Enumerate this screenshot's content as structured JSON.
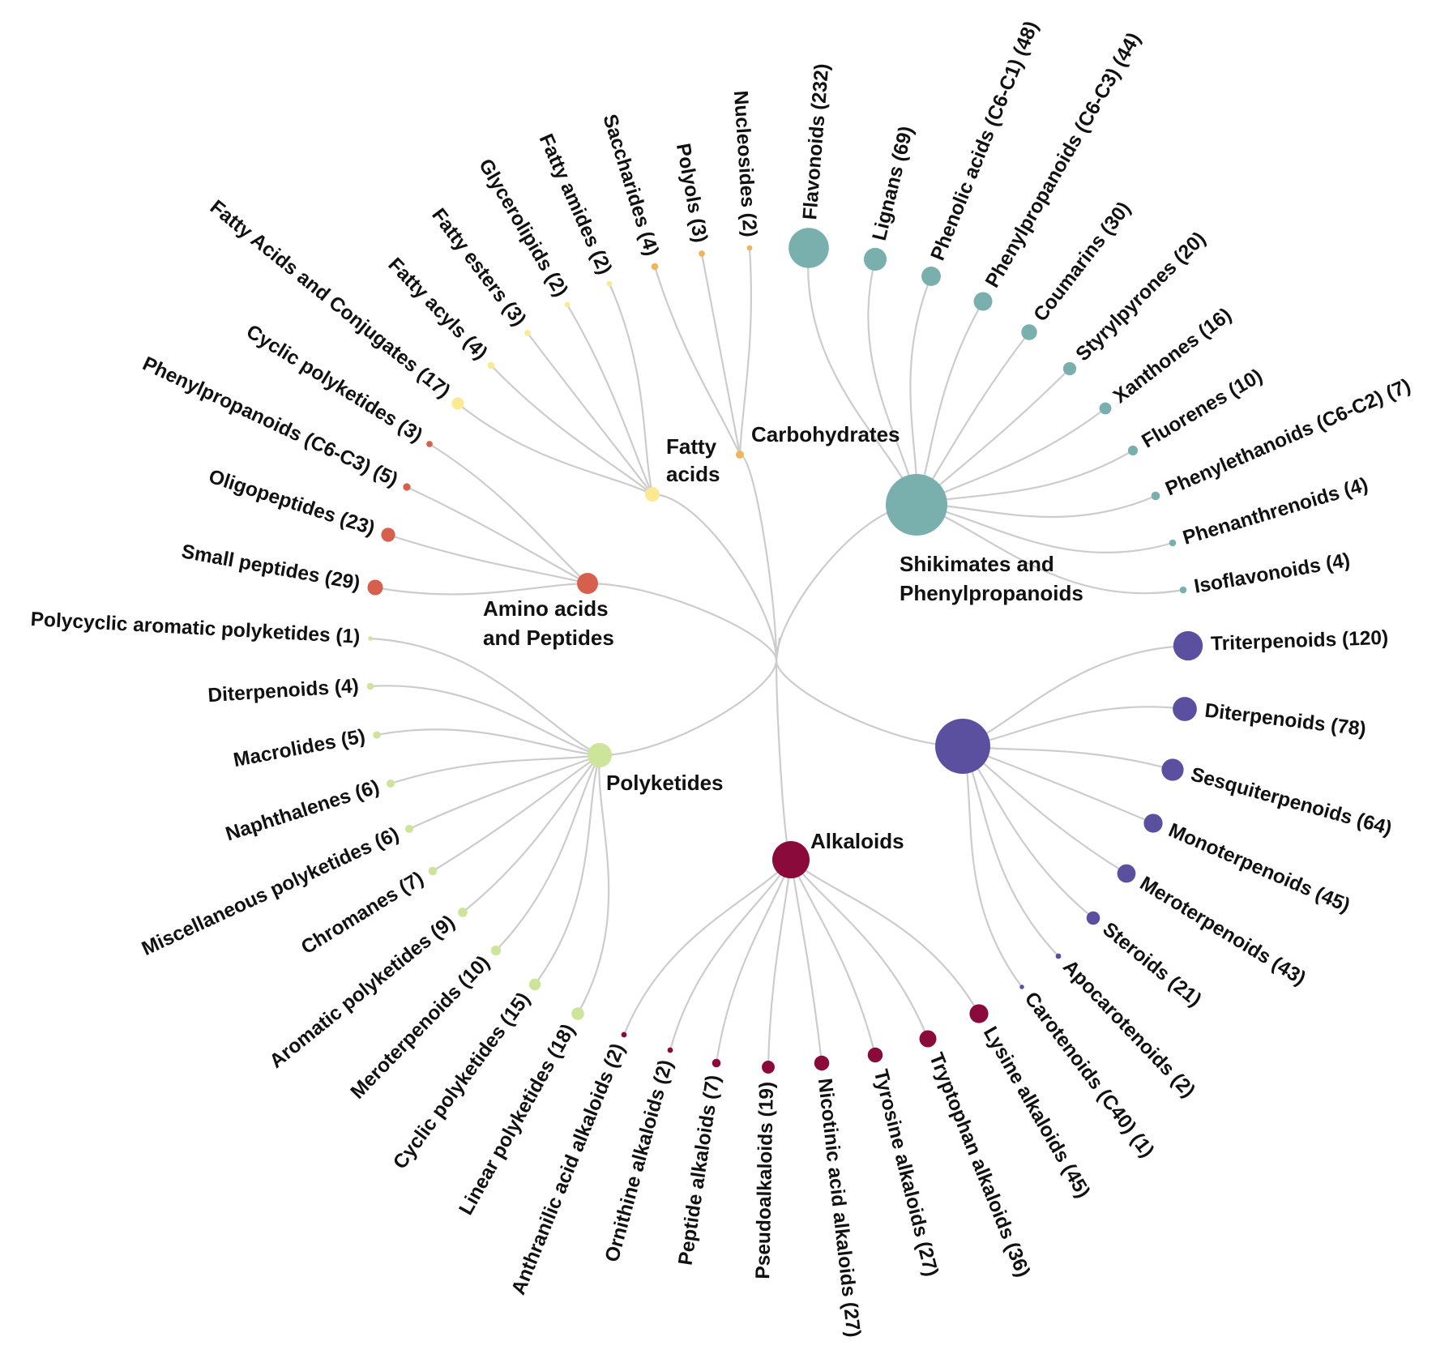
{
  "colors": {
    "link": "#cccccc",
    "amino": "#d6604d",
    "fatty": "#fde992",
    "carbohydrates": "#f0b45c",
    "shikimates": "#79b0ad",
    "terpenoids": "#5b50a0",
    "alkaloids": "#8a0a3c",
    "polyketides": "#cce59a"
  },
  "groups": [
    {
      "id": "amino",
      "label_lines": [
        "Amino acids",
        "and Peptides"
      ],
      "children": [
        {
          "name": "Cyclic polyketides",
          "count": 3
        },
        {
          "name": "Phenylpropanoids (C6-C3)",
          "count": 5
        },
        {
          "name": "Oligopeptides",
          "count": 23
        },
        {
          "name": "Small peptides",
          "count": 29
        }
      ]
    },
    {
      "id": "fatty",
      "label_lines": [
        "Fatty",
        "acids"
      ],
      "children": [
        {
          "name": "Fatty amides",
          "count": 2
        },
        {
          "name": "Glycerolipids",
          "count": 2
        },
        {
          "name": "Fatty esters",
          "count": 3
        },
        {
          "name": "Fatty acyls",
          "count": 4
        },
        {
          "name": "Fatty Acids and Conjugates",
          "count": 17
        }
      ]
    },
    {
      "id": "carbohydrates",
      "label_lines": [
        "Carbohydrates"
      ],
      "children": [
        {
          "name": "Saccharides",
          "count": 4
        },
        {
          "name": "Polyols",
          "count": 3
        },
        {
          "name": "Nucleosides",
          "count": 2
        }
      ]
    },
    {
      "id": "shikimates",
      "label_lines": [
        "Shikimates and",
        "Phenylpropanoids"
      ],
      "children": [
        {
          "name": "Flavonoids",
          "count": 232
        },
        {
          "name": "Lignans",
          "count": 69
        },
        {
          "name": "Phenolic acids (C6-C1)",
          "count": 48
        },
        {
          "name": "Phenylpropanoids (C6-C3)",
          "count": 44
        },
        {
          "name": "Coumarins",
          "count": 30
        },
        {
          "name": "Styrylpyrones",
          "count": 20
        },
        {
          "name": "Xanthones",
          "count": 16
        },
        {
          "name": "Fluorenes",
          "count": 10
        },
        {
          "name": "Phenylethanoids (C6-C2)",
          "count": 7
        },
        {
          "name": "Phenanthrenoids",
          "count": 4
        },
        {
          "name": "Isoflavonoids",
          "count": 4
        }
      ]
    },
    {
      "id": "terpenoids",
      "label_lines": [],
      "children": [
        {
          "name": "Triterpenoids",
          "count": 120
        },
        {
          "name": "Diterpenoids",
          "count": 78
        },
        {
          "name": "Sesquiterpenoids",
          "count": 64
        },
        {
          "name": "Monoterpenoids",
          "count": 45
        },
        {
          "name": "Meroterpenoids",
          "count": 43
        },
        {
          "name": "Steroids",
          "count": 21
        },
        {
          "name": "Apocarotenoids",
          "count": 2
        },
        {
          "name": "Carotenoids (C40)",
          "count": 1
        }
      ]
    },
    {
      "id": "alkaloids",
      "label_lines": [
        "Alkaloids"
      ],
      "children": [
        {
          "name": "Lysine alkaloids",
          "count": 45
        },
        {
          "name": "Tryptophan alkaloids",
          "count": 36
        },
        {
          "name": "Tyrosine alkaloids",
          "count": 27
        },
        {
          "name": "Nicotinic acid alkaloids",
          "count": 27
        },
        {
          "name": "Pseudoalkaloids",
          "count": 19
        },
        {
          "name": "Peptide alkaloids",
          "count": 7
        },
        {
          "name": "Ornithine alkaloids",
          "count": 2
        },
        {
          "name": "Anthranilic acid alkaloids",
          "count": 2
        }
      ]
    },
    {
      "id": "polyketides",
      "label_lines": [
        "Polyketides"
      ],
      "children": [
        {
          "name": "Linear polyketides",
          "count": 18
        },
        {
          "name": "Cyclic polyketides",
          "count": 15
        },
        {
          "name": "Meroterpenoids",
          "count": 10
        },
        {
          "name": "Aromatic polyketides",
          "count": 9
        },
        {
          "name": "Chromanes",
          "count": 7
        },
        {
          "name": "Miscellaneous polyketides",
          "count": 6
        },
        {
          "name": "Naphthalenes",
          "count": 6
        },
        {
          "name": "Macrolides",
          "count": 5
        },
        {
          "name": "Diterpenoids",
          "count": 4
        },
        {
          "name": "Polycyclic aromatic polyketides",
          "count": 1
        }
      ]
    }
  ]
}
